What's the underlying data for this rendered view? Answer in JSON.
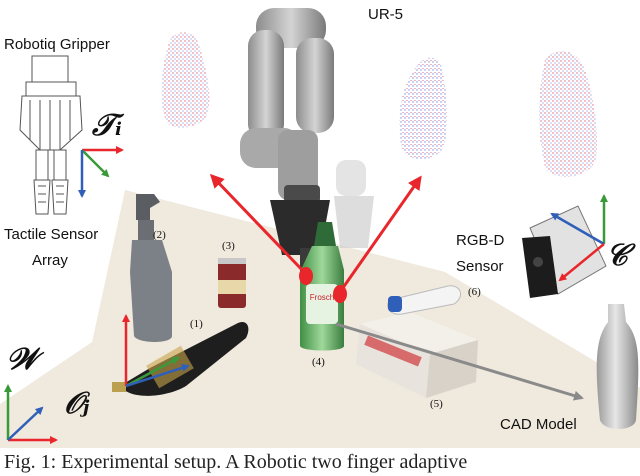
{
  "labels": {
    "robot": "UR-5",
    "gripper": "Robotiq Gripper",
    "tactile_line1": "Tactile Sensor",
    "tactile_line2": "Array",
    "rgbd_line1": "RGB-D",
    "rgbd_line2": "Sensor",
    "cad": "CAD Model"
  },
  "frames": {
    "tactile": "𝒯",
    "tactile_sub": "i",
    "camera": "𝒞",
    "world": "𝒲",
    "object": "𝒪",
    "object_sub": "j"
  },
  "object_numbers": [
    "(1)",
    "(2)",
    "(3)",
    "(4)",
    "(5)",
    "(6)"
  ],
  "caption": "Fig. 1: Experimental setup. A Robotic two finger adaptive",
  "colors": {
    "axis_red": "#e8262b",
    "axis_green": "#3a9a3a",
    "axis_blue": "#2f5fb8",
    "pointer_gray": "#8a8a8a",
    "table": "#efe9de"
  }
}
